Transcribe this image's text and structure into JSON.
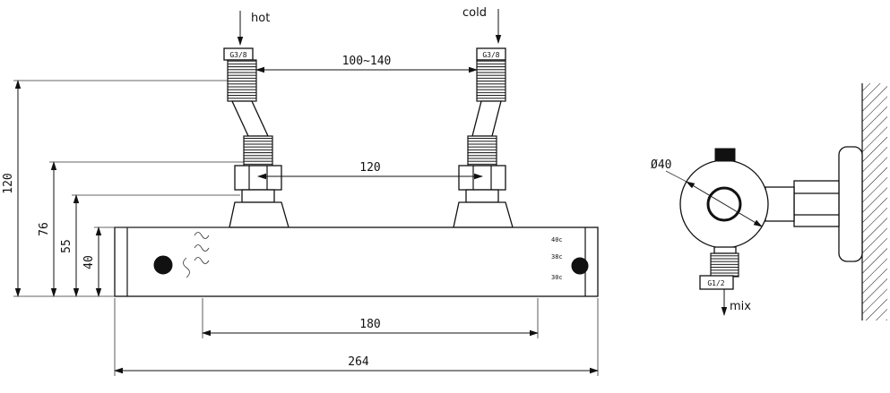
{
  "drawing": {
    "labels": {
      "hot": "hot",
      "cold": "cold",
      "inlet_left_thread": "G3/8",
      "inlet_right_thread": "G3/8",
      "outlet_thread": "G1/2",
      "mix": "mix",
      "diameter": "Ø40"
    },
    "dims": {
      "inlet_top_span": "100~140",
      "inlet_center_span": "120",
      "mount_span": "180",
      "overall_length": "264",
      "overall_height": "120",
      "height_to_union": "76",
      "height_to_nut": "55",
      "height_to_body_top": "40"
    },
    "temp_marks": [
      "40c",
      "38c",
      "30c"
    ]
  }
}
